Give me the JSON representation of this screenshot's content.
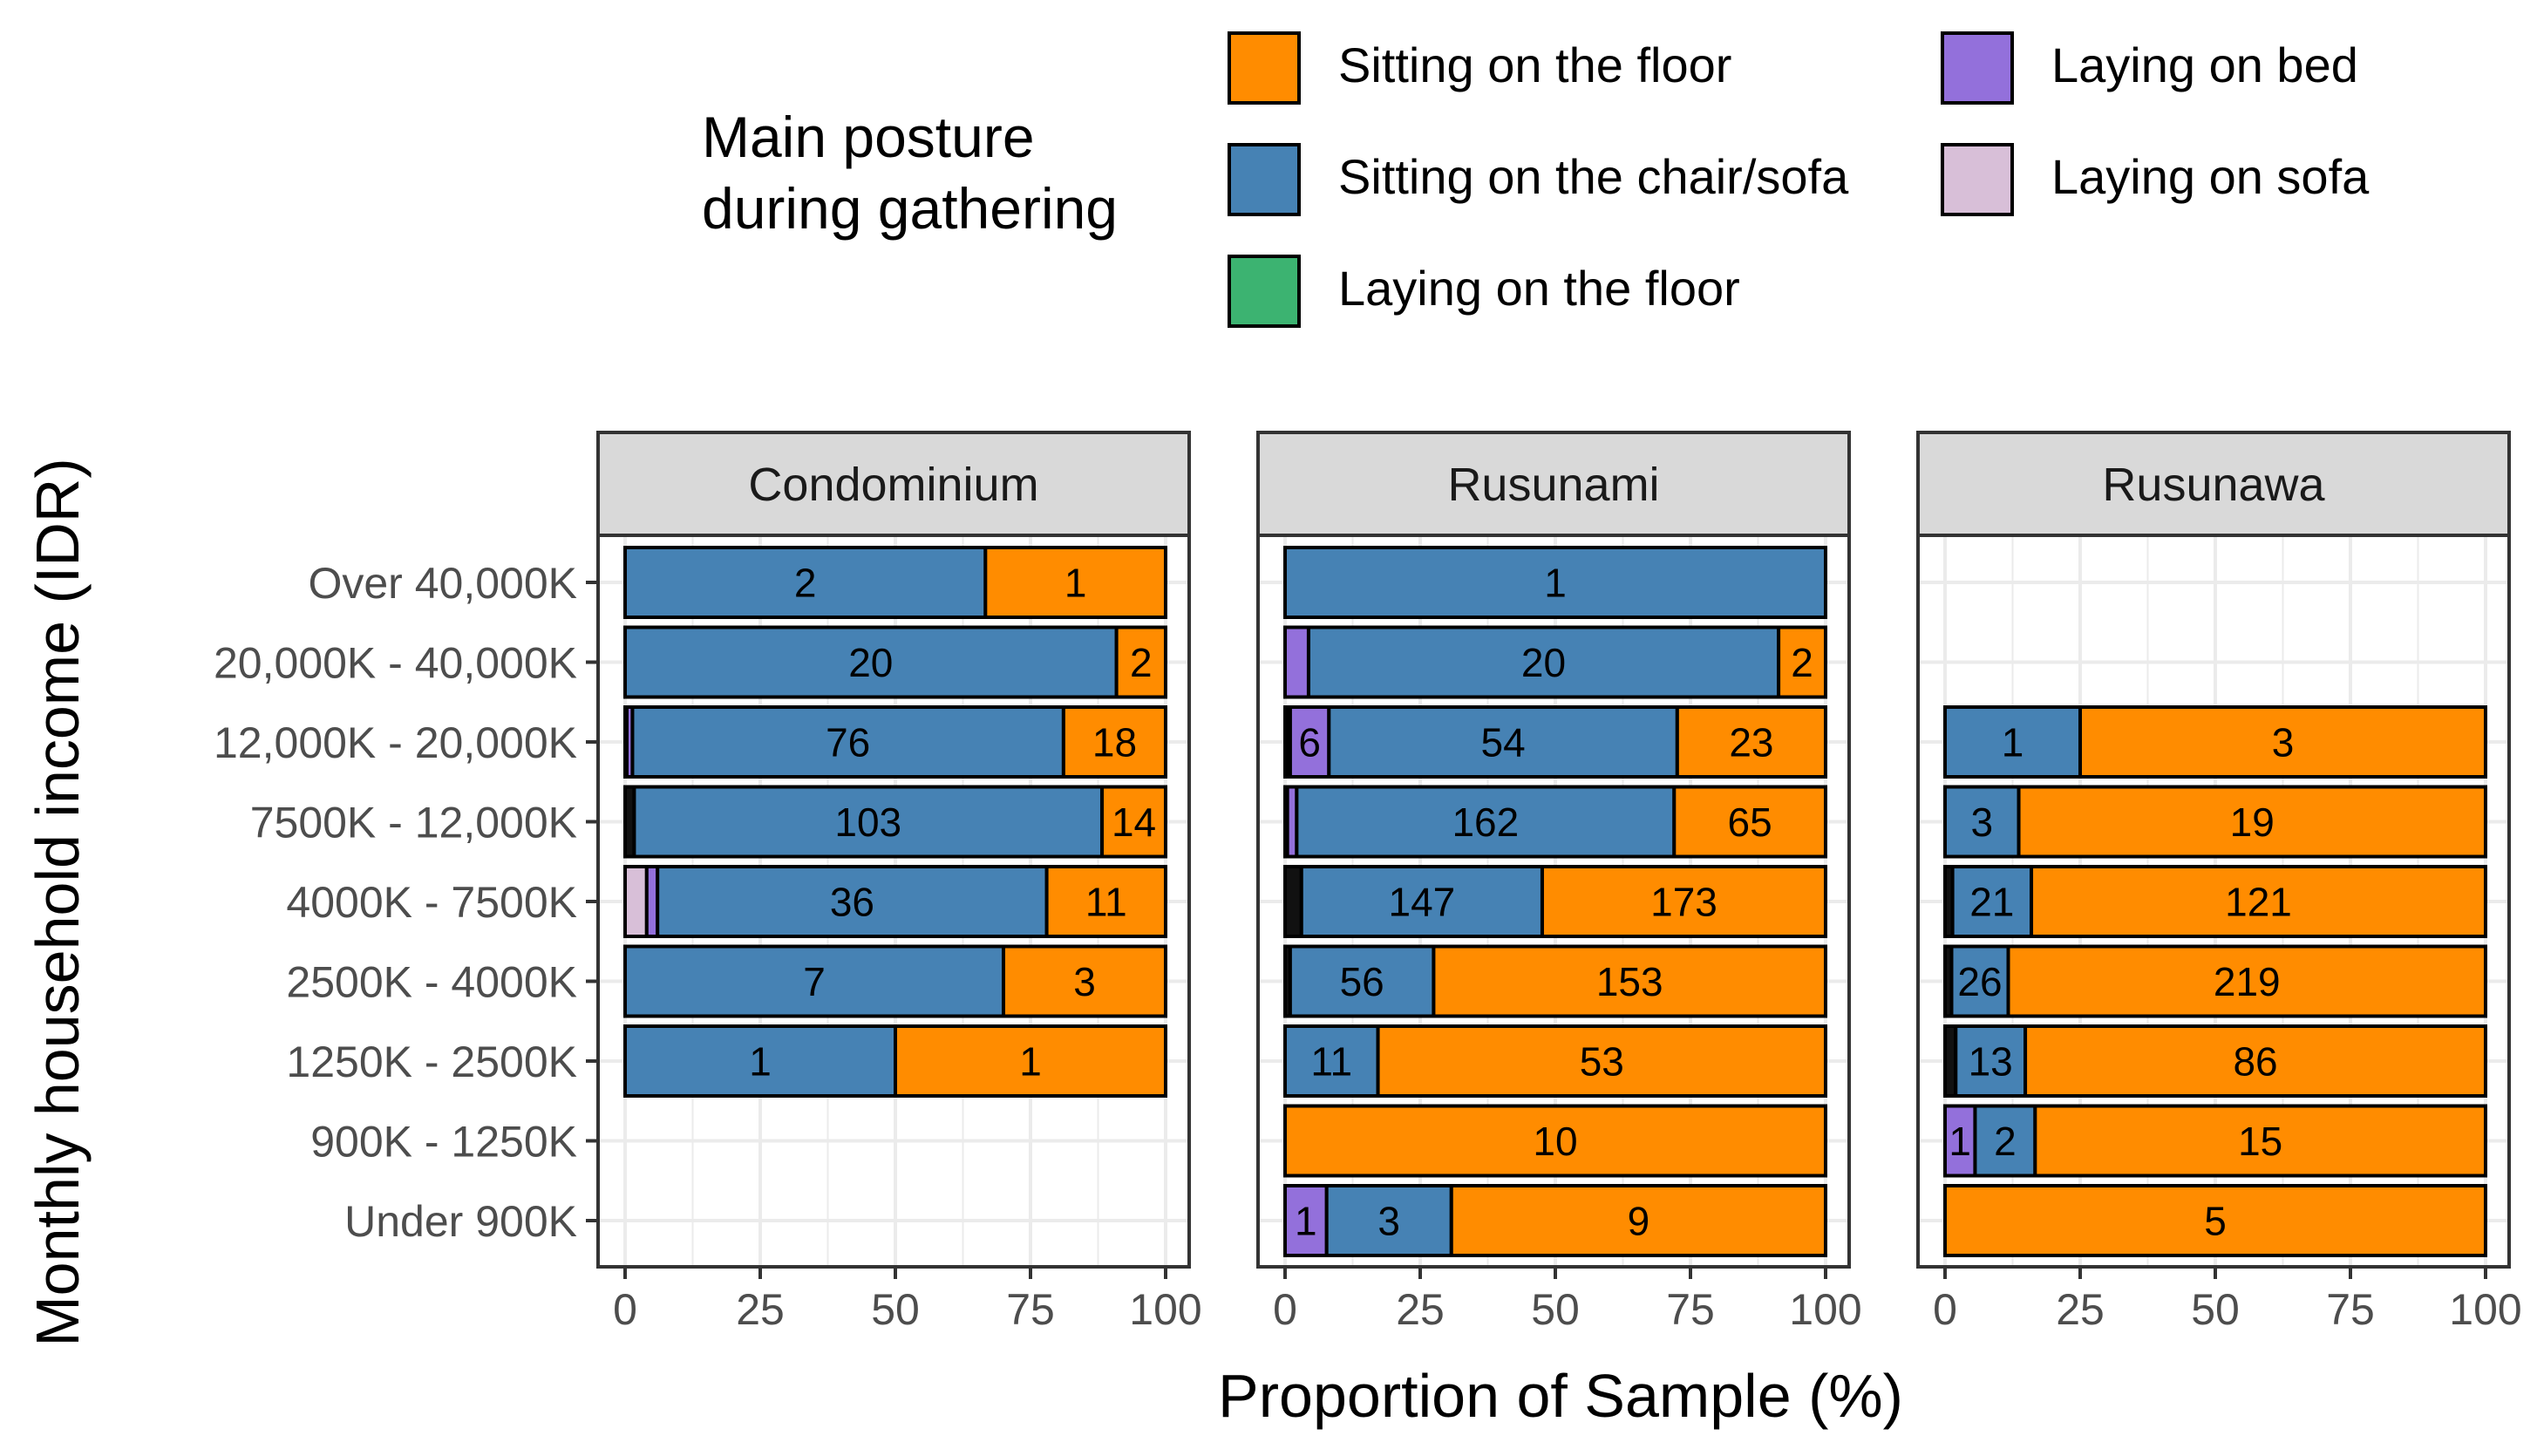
{
  "chart_data": {
    "type": "bar",
    "orientation": "horizontal",
    "stacked": true,
    "xlabel": "Proportion of Sample (%)",
    "ylabel": "Monthly household income (IDR)",
    "xlim": [
      0,
      100
    ],
    "x_ticks": [
      "0",
      "25",
      "50",
      "75",
      "100"
    ],
    "grid": true,
    "legend": {
      "title_lines": [
        "Main posture",
        "during gathering"
      ],
      "placement": "top",
      "entries": [
        {
          "key": "floor_sit",
          "label": "Sitting on the floor",
          "color": "#FF8C00"
        },
        {
          "key": "chair_sofa",
          "label": "Sitting on the chair/sofa",
          "color": "#4682B4"
        },
        {
          "key": "floor_lay",
          "label": "Laying on the floor",
          "color": "#3CB371"
        },
        {
          "key": "bed_lay",
          "label": "Laying on bed",
          "color": "#9370DB"
        },
        {
          "key": "sofa_lay",
          "label": "Laying on sofa",
          "color": "#D8BFD8"
        }
      ]
    },
    "unlabeled_segment_color": "#111111",
    "stack_order": [
      "dark",
      "sofa_lay",
      "bed_lay",
      "chair_sofa",
      "floor_sit"
    ],
    "categories": [
      "Over 40,000K",
      "20,000K - 40,000K",
      "12,000K - 20,000K",
      "7500K - 12,000K",
      "4000K - 7500K",
      "2500K - 4000K",
      "1250K - 2500K",
      "900K - 1250K",
      "Under 900K"
    ],
    "panels": [
      {
        "name": "Condominium",
        "rows": [
          {
            "segments": [
              {
                "key": "chair_sofa",
                "count": 2,
                "label": "2"
              },
              {
                "key": "floor_sit",
                "count": 1,
                "label": "1"
              }
            ]
          },
          {
            "segments": [
              {
                "key": "chair_sofa",
                "count": 20,
                "label": "20"
              },
              {
                "key": "floor_sit",
                "count": 2,
                "label": "2"
              }
            ]
          },
          {
            "segments": [
              {
                "key": "bed_lay",
                "count": 1,
                "label": ""
              },
              {
                "key": "dark",
                "count": 0.3,
                "label": ""
              },
              {
                "key": "chair_sofa",
                "count": 76,
                "label": "76"
              },
              {
                "key": "floor_sit",
                "count": 18,
                "label": "18"
              }
            ]
          },
          {
            "segments": [
              {
                "key": "dark",
                "count": 2,
                "label": ""
              },
              {
                "key": "chair_sofa",
                "count": 103,
                "label": "103"
              },
              {
                "key": "floor_sit",
                "count": 14,
                "label": "14"
              }
            ]
          },
          {
            "segments": [
              {
                "key": "sofa_lay",
                "count": 2,
                "label": ""
              },
              {
                "key": "bed_lay",
                "count": 1,
                "label": ""
              },
              {
                "key": "chair_sofa",
                "count": 36,
                "label": "36"
              },
              {
                "key": "floor_sit",
                "count": 11,
                "label": "11"
              }
            ]
          },
          {
            "segments": [
              {
                "key": "chair_sofa",
                "count": 7,
                "label": "7"
              },
              {
                "key": "floor_sit",
                "count": 3,
                "label": "3"
              }
            ]
          },
          {
            "segments": [
              {
                "key": "chair_sofa",
                "count": 1,
                "label": "1"
              },
              {
                "key": "floor_sit",
                "count": 1,
                "label": "1"
              }
            ]
          },
          {
            "segments": []
          },
          {
            "segments": []
          }
        ]
      },
      {
        "name": "Rusunami",
        "rows": [
          {
            "segments": [
              {
                "key": "chair_sofa",
                "count": 1,
                "label": "1"
              }
            ]
          },
          {
            "segments": [
              {
                "key": "bed_lay",
                "count": 1,
                "label": ""
              },
              {
                "key": "chair_sofa",
                "count": 20,
                "label": "20"
              },
              {
                "key": "floor_sit",
                "count": 2,
                "label": "2"
              }
            ]
          },
          {
            "segments": [
              {
                "key": "sofa_lay",
                "count": 0.5,
                "label": ""
              },
              {
                "key": "dark",
                "count": 0.3,
                "label": ""
              },
              {
                "key": "bed_lay",
                "count": 6,
                "label": "6"
              },
              {
                "key": "chair_sofa",
                "count": 54,
                "label": "54"
              },
              {
                "key": "floor_sit",
                "count": 23,
                "label": "23"
              }
            ]
          },
          {
            "segments": [
              {
                "key": "bed_lay",
                "count": 4,
                "label": ""
              },
              {
                "key": "dark",
                "count": 1,
                "label": ""
              },
              {
                "key": "chair_sofa",
                "count": 162,
                "label": "162"
              },
              {
                "key": "floor_sit",
                "count": 65,
                "label": "65"
              }
            ]
          },
          {
            "segments": [
              {
                "key": "dark",
                "count": 10,
                "label": ""
              },
              {
                "key": "chair_sofa",
                "count": 147,
                "label": "147"
              },
              {
                "key": "floor_sit",
                "count": 173,
                "label": "173"
              }
            ]
          },
          {
            "segments": [
              {
                "key": "dark",
                "count": 2,
                "label": ""
              },
              {
                "key": "chair_sofa",
                "count": 56,
                "label": "56"
              },
              {
                "key": "floor_sit",
                "count": 153,
                "label": "153"
              }
            ]
          },
          {
            "segments": [
              {
                "key": "chair_sofa",
                "count": 11,
                "label": "11"
              },
              {
                "key": "floor_sit",
                "count": 53,
                "label": "53"
              }
            ]
          },
          {
            "segments": [
              {
                "key": "floor_sit",
                "count": 10,
                "label": "10"
              }
            ]
          },
          {
            "segments": [
              {
                "key": "bed_lay",
                "count": 1,
                "label": "1"
              },
              {
                "key": "chair_sofa",
                "count": 3,
                "label": "3"
              },
              {
                "key": "floor_sit",
                "count": 9,
                "label": "9"
              }
            ]
          }
        ]
      },
      {
        "name": "Rusunawa",
        "rows": [
          {
            "segments": []
          },
          {
            "segments": []
          },
          {
            "segments": [
              {
                "key": "chair_sofa",
                "count": 1,
                "label": "1"
              },
              {
                "key": "floor_sit",
                "count": 3,
                "label": "3"
              }
            ]
          },
          {
            "segments": [
              {
                "key": "chair_sofa",
                "count": 3,
                "label": "3"
              },
              {
                "key": "floor_sit",
                "count": 19,
                "label": "19"
              }
            ]
          },
          {
            "segments": [
              {
                "key": "dark",
                "count": 2,
                "label": ""
              },
              {
                "key": "chair_sofa",
                "count": 21,
                "label": "21"
              },
              {
                "key": "floor_sit",
                "count": 121,
                "label": "121"
              }
            ]
          },
          {
            "segments": [
              {
                "key": "dark",
                "count": 3,
                "label": ""
              },
              {
                "key": "chair_sofa",
                "count": 26,
                "label": "26"
              },
              {
                "key": "floor_sit",
                "count": 219,
                "label": "219"
              }
            ]
          },
          {
            "segments": [
              {
                "key": "dark",
                "count": 2,
                "label": ""
              },
              {
                "key": "chair_sofa",
                "count": 13,
                "label": "13"
              },
              {
                "key": "floor_sit",
                "count": 86,
                "label": "86"
              }
            ]
          },
          {
            "segments": [
              {
                "key": "bed_lay",
                "count": 1,
                "label": "1"
              },
              {
                "key": "chair_sofa",
                "count": 2,
                "label": "2"
              },
              {
                "key": "floor_sit",
                "count": 15,
                "label": "15"
              }
            ]
          },
          {
            "segments": [
              {
                "key": "floor_sit",
                "count": 5,
                "label": "5"
              }
            ]
          }
        ]
      }
    ]
  }
}
